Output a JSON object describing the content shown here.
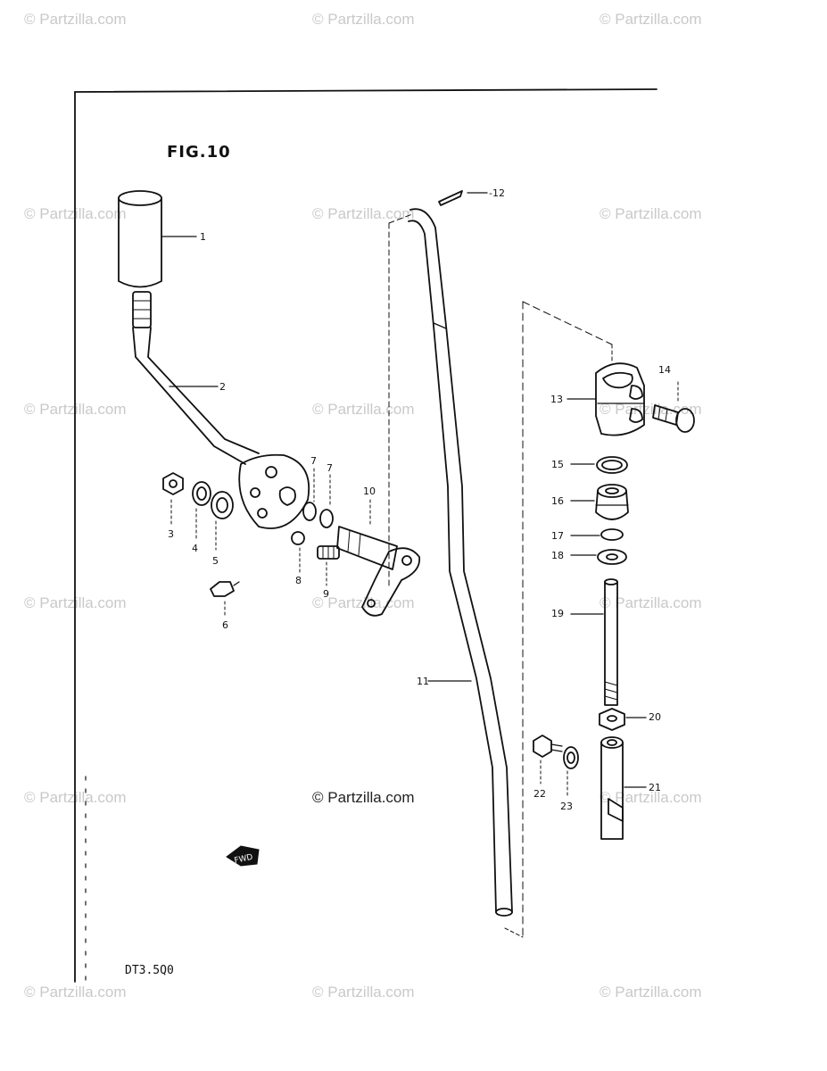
{
  "figure_title": "FIG.10",
  "model_code": "DT3.5Q0",
  "copyright": "© Partzilla.com",
  "watermark": "© Partzilla.com",
  "fwd_label": "FWD",
  "callouts": {
    "c1": "1",
    "c2": "2",
    "c3": "3",
    "c4": "4",
    "c5": "5",
    "c6": "6",
    "c7a": "7",
    "c7b": "7",
    "c8": "8",
    "c9": "9",
    "c10": "10",
    "c11": "11",
    "c12": "-12",
    "c13": "13",
    "c14": "14",
    "c15": "15",
    "c16": "16",
    "c17": "17",
    "c18": "18",
    "c19": "19",
    "c20": "20",
    "c21": "21",
    "c22": "22",
    "c23": "23"
  }
}
